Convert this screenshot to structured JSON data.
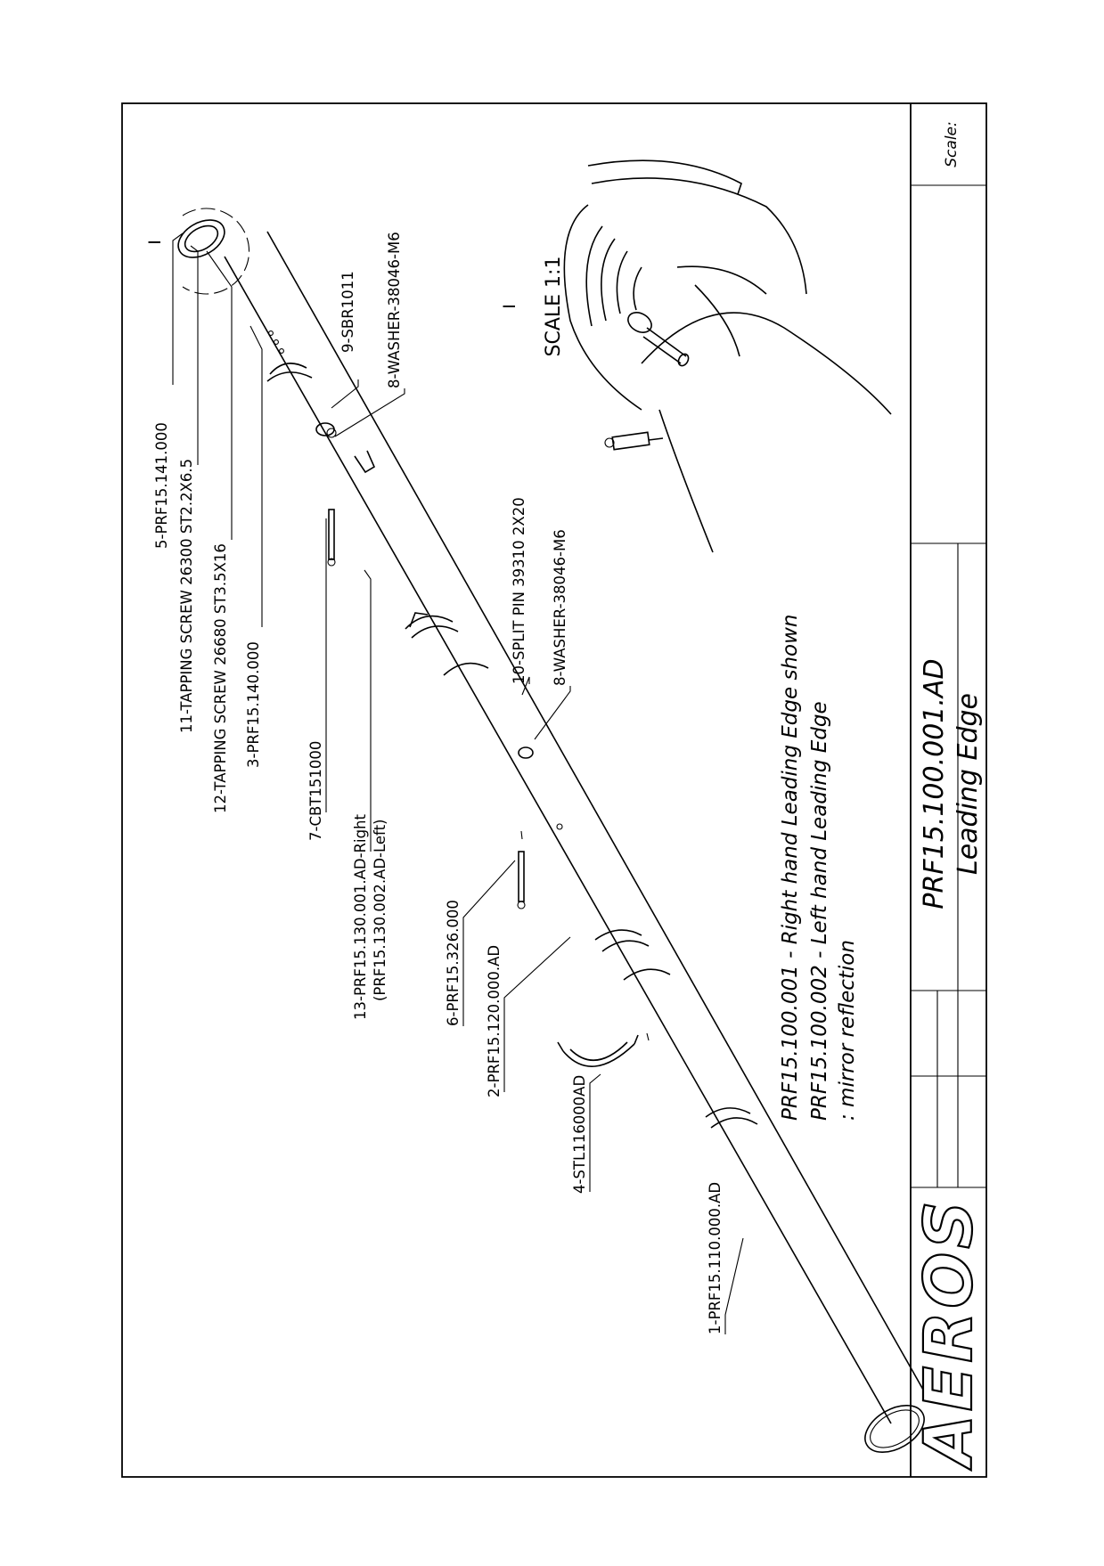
{
  "title_block": {
    "company": "AEROS",
    "drawing_number": "PRF15.100.001.AD",
    "drawing_title": "Leading Edge",
    "scale_label": "Scale:"
  },
  "notes": [
    "PRF15.100.001 - Right hand Leading Edge shown",
    "PRF15.100.002 - Left hand Leading Edge",
    ": mirror reflection"
  ],
  "detail": {
    "marker": "I",
    "view_marker": "I",
    "scale_text": "SCALE  1:1"
  },
  "callouts": [
    {
      "label": "5-PRF15.141.000"
    },
    {
      "label": "11-TAPPING SCREW 26300  ST2.2X6.5"
    },
    {
      "label": "12-TAPPING SCREW 26680  ST3.5X16"
    },
    {
      "label": "3-PRF15.140.000"
    },
    {
      "label": "7-CBT151000"
    },
    {
      "label": "13-PRF15.130.001.AD-Right"
    },
    {
      "label": "(PRF15.130.002.AD-Left)"
    },
    {
      "label": "9-SBR1011"
    },
    {
      "label": "8-WASHER-38046-M6"
    },
    {
      "label": "6-PRF15.326.000"
    },
    {
      "label": "2-PRF15.120.000.AD"
    },
    {
      "label": "10-SPLIT PIN  39310  2X20"
    },
    {
      "label": "8-WASHER-38046-M6"
    },
    {
      "label": "4-STL116000AD"
    },
    {
      "label": "1-PRF15.110.000.AD"
    }
  ]
}
